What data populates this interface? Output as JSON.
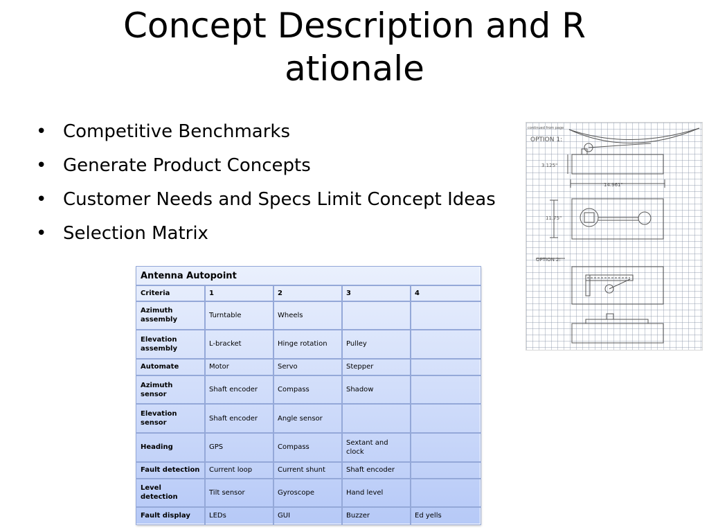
{
  "slide": {
    "title_line1": "Concept Description and  R",
    "title_line2": "ationale",
    "bullets": [
      "Competitive Benchmarks",
      "Generate Product Concepts",
      "Customer Needs and Specs Limit Concept Ideas",
      "Selection Matrix"
    ]
  },
  "table": {
    "caption": "Antenna Autopoint",
    "headers": [
      "Criteria",
      "1",
      "2",
      "3",
      "4"
    ],
    "rows": [
      [
        "Azimuth assembly",
        "Turntable",
        "Wheels",
        "",
        ""
      ],
      [
        "Elevation assembly",
        "L-bracket",
        "Hinge rotation",
        "Pulley",
        ""
      ],
      [
        "Automate",
        "Motor",
        "Servo",
        "Stepper",
        ""
      ],
      [
        "Azimuth sensor",
        "Shaft encoder",
        "Compass",
        "Shadow",
        ""
      ],
      [
        "Elevation sensor",
        "Shaft encoder",
        "Angle sensor",
        "",
        ""
      ],
      [
        "Heading",
        "GPS",
        "Compass",
        "Sextant and clock",
        ""
      ],
      [
        "Fault detection",
        "Current loop",
        "Current shunt",
        "Shaft encoder",
        ""
      ],
      [
        "Level detection",
        "Tilt sensor",
        "Gyroscope",
        "Hand level",
        ""
      ],
      [
        "Fault display",
        "LEDs",
        "GUI",
        "Buzzer",
        "Ed yells"
      ]
    ]
  },
  "sketch": {
    "header_note": "continued from page",
    "option1_label": "OPTION 1:",
    "option2_label": "OPTION 2:",
    "dim_height": "3.125\"",
    "dim_length": "14.961\"",
    "dim_width": "11.75\""
  }
}
